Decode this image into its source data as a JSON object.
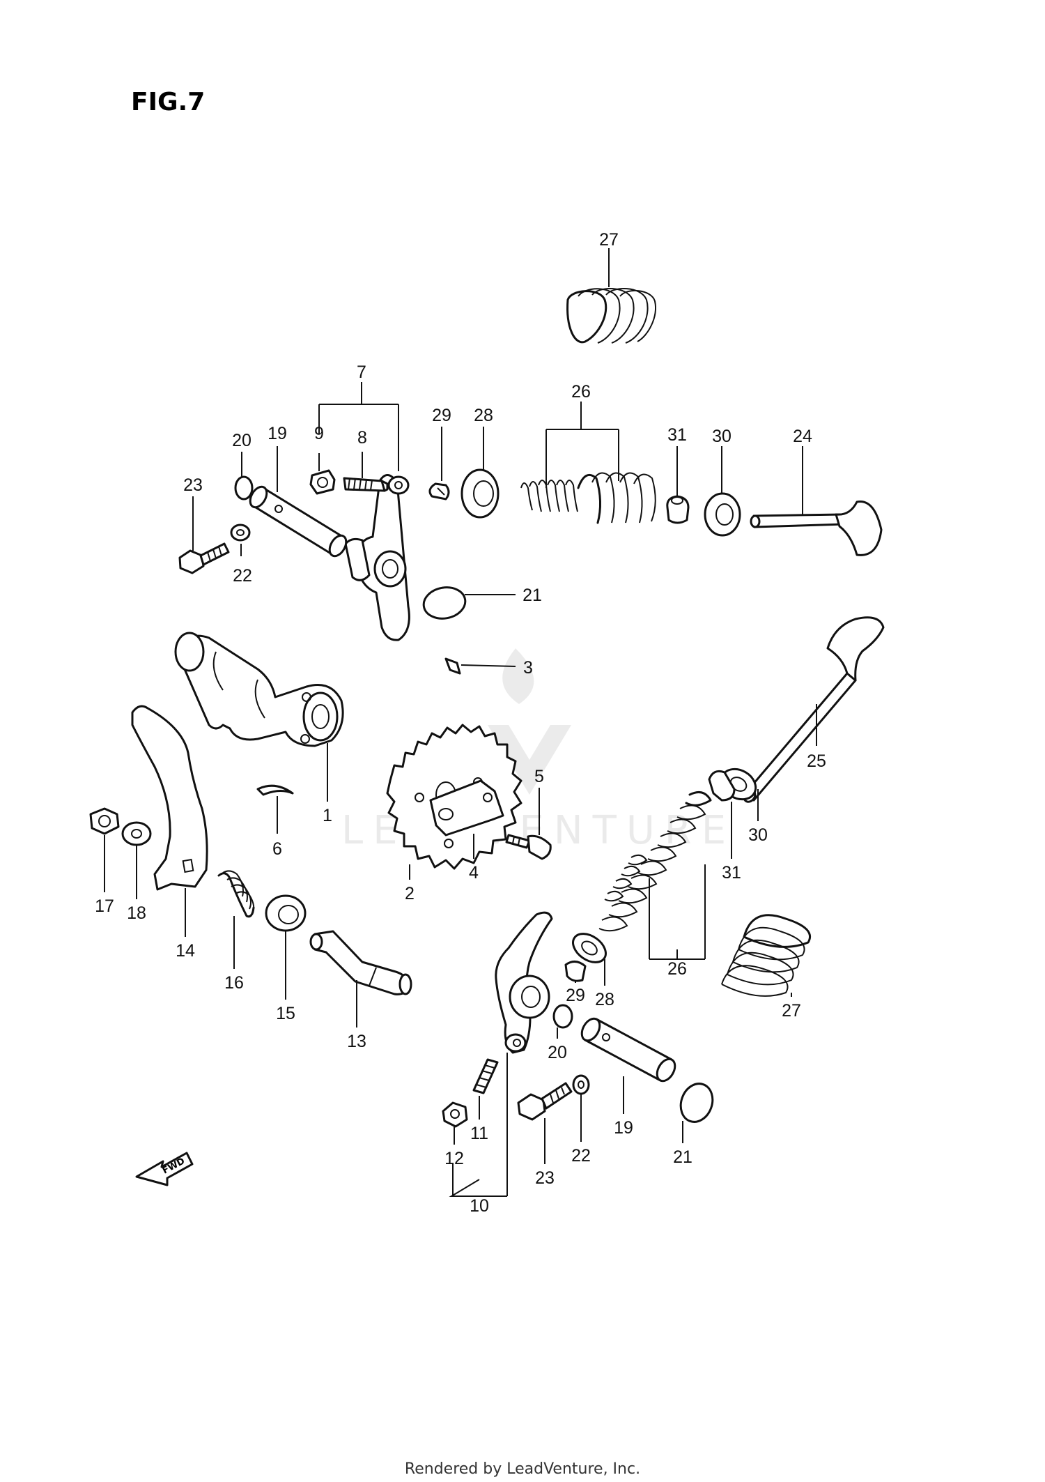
{
  "figure": {
    "title": "FIG.7",
    "footer": "Rendered by LeadVenture, Inc.",
    "watermark": "LEADVENTURE",
    "fwd_label": "FWD"
  },
  "callouts": [
    {
      "id": "c27a",
      "text": "27"
    },
    {
      "id": "c7",
      "text": "7"
    },
    {
      "id": "c26a",
      "text": "26"
    },
    {
      "id": "c9",
      "text": "9"
    },
    {
      "id": "c8",
      "text": "8"
    },
    {
      "id": "c29a",
      "text": "29"
    },
    {
      "id": "c28a",
      "text": "28"
    },
    {
      "id": "c20a",
      "text": "20"
    },
    {
      "id": "c19a",
      "text": "19"
    },
    {
      "id": "c31a",
      "text": "31"
    },
    {
      "id": "c30a",
      "text": "30"
    },
    {
      "id": "c24",
      "text": "24"
    },
    {
      "id": "c23a",
      "text": "23"
    },
    {
      "id": "c22a",
      "text": "22"
    },
    {
      "id": "c21a",
      "text": "21"
    },
    {
      "id": "c3",
      "text": "3"
    },
    {
      "id": "c1",
      "text": "1"
    },
    {
      "id": "c25",
      "text": "25"
    },
    {
      "id": "c5",
      "text": "5"
    },
    {
      "id": "c6",
      "text": "6"
    },
    {
      "id": "c30b",
      "text": "30"
    },
    {
      "id": "c31b",
      "text": "31"
    },
    {
      "id": "c4",
      "text": "4"
    },
    {
      "id": "c2",
      "text": "2"
    },
    {
      "id": "c17",
      "text": "17"
    },
    {
      "id": "c18",
      "text": "18"
    },
    {
      "id": "c14",
      "text": "14"
    },
    {
      "id": "c16",
      "text": "16"
    },
    {
      "id": "c15",
      "text": "15"
    },
    {
      "id": "c26b",
      "text": "26"
    },
    {
      "id": "c27b",
      "text": "27"
    },
    {
      "id": "c29b",
      "text": "29"
    },
    {
      "id": "c28b",
      "text": "28"
    },
    {
      "id": "c20b",
      "text": "20"
    },
    {
      "id": "c13",
      "text": "13"
    },
    {
      "id": "c11",
      "text": "11"
    },
    {
      "id": "c12",
      "text": "12"
    },
    {
      "id": "c10",
      "text": "10"
    },
    {
      "id": "c19b",
      "text": "19"
    },
    {
      "id": "c22b",
      "text": "22"
    },
    {
      "id": "c23b",
      "text": "23"
    },
    {
      "id": "c21b",
      "text": "21"
    }
  ]
}
